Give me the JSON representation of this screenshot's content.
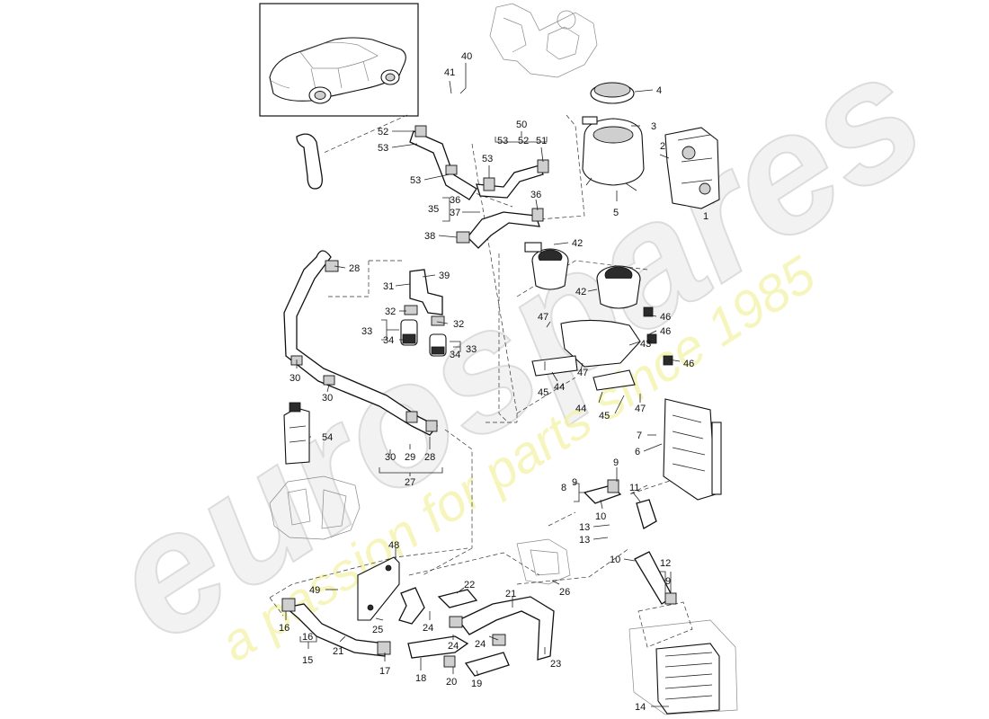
{
  "watermark": {
    "brand": "eurospares",
    "tagline": "a passion for parts since 1985"
  },
  "callouts": [
    {
      "id": "c-40",
      "text": "40"
    },
    {
      "id": "c-41",
      "text": "41"
    },
    {
      "id": "c-4",
      "text": "4"
    },
    {
      "id": "c-50",
      "text": "50"
    },
    {
      "id": "c-53a",
      "text": "53"
    },
    {
      "id": "c-52a",
      "text": "52"
    },
    {
      "id": "c-51",
      "text": "51"
    },
    {
      "id": "c-3",
      "text": "3"
    },
    {
      "id": "c-2",
      "text": "2"
    },
    {
      "id": "c-52b",
      "text": "52"
    },
    {
      "id": "c-53b",
      "text": "53"
    },
    {
      "id": "c-53c",
      "text": "53"
    },
    {
      "id": "c-53d",
      "text": "53"
    },
    {
      "id": "c-1",
      "text": "1"
    },
    {
      "id": "c-5",
      "text": "5"
    },
    {
      "id": "c-36a",
      "text": "36"
    },
    {
      "id": "c-36b",
      "text": "36"
    },
    {
      "id": "c-37",
      "text": "37"
    },
    {
      "id": "c-35",
      "text": "35"
    },
    {
      "id": "c-38",
      "text": "38"
    },
    {
      "id": "c-42a",
      "text": "42"
    },
    {
      "id": "c-28a",
      "text": "28"
    },
    {
      "id": "c-39",
      "text": "39"
    },
    {
      "id": "c-31",
      "text": "31"
    },
    {
      "id": "c-42b",
      "text": "42"
    },
    {
      "id": "c-32a",
      "text": "32"
    },
    {
      "id": "c-32b",
      "text": "32"
    },
    {
      "id": "c-47a",
      "text": "47"
    },
    {
      "id": "c-46a",
      "text": "46"
    },
    {
      "id": "c-33a",
      "text": "33"
    },
    {
      "id": "c-34a",
      "text": "34"
    },
    {
      "id": "c-46b",
      "text": "46"
    },
    {
      "id": "c-43",
      "text": "43"
    },
    {
      "id": "c-34b",
      "text": "34"
    },
    {
      "id": "c-33b",
      "text": "33"
    },
    {
      "id": "c-47b",
      "text": "47"
    },
    {
      "id": "c-46c",
      "text": "46"
    },
    {
      "id": "c-45a",
      "text": "45"
    },
    {
      "id": "c-44a",
      "text": "44"
    },
    {
      "id": "c-30a",
      "text": "30"
    },
    {
      "id": "c-30b",
      "text": "30"
    },
    {
      "id": "c-44b",
      "text": "44"
    },
    {
      "id": "c-47c",
      "text": "47"
    },
    {
      "id": "c-45b",
      "text": "45"
    },
    {
      "id": "c-54",
      "text": "54"
    },
    {
      "id": "c-7",
      "text": "7"
    },
    {
      "id": "c-6",
      "text": "6"
    },
    {
      "id": "c-30c",
      "text": "30"
    },
    {
      "id": "c-29",
      "text": "29"
    },
    {
      "id": "c-28b",
      "text": "28"
    },
    {
      "id": "c-27",
      "text": "27"
    },
    {
      "id": "c-9a",
      "text": "9"
    },
    {
      "id": "c-8",
      "text": "8"
    },
    {
      "id": "c-9b",
      "text": "9"
    },
    {
      "id": "c-11",
      "text": "11"
    },
    {
      "id": "c-10a",
      "text": "10"
    },
    {
      "id": "c-13a",
      "text": "13"
    },
    {
      "id": "c-13b",
      "text": "13"
    },
    {
      "id": "c-48",
      "text": "48"
    },
    {
      "id": "c-10b",
      "text": "10"
    },
    {
      "id": "c-12",
      "text": "12"
    },
    {
      "id": "c-9c",
      "text": "9"
    },
    {
      "id": "c-22",
      "text": "22"
    },
    {
      "id": "c-26",
      "text": "26"
    },
    {
      "id": "c-49",
      "text": "49"
    },
    {
      "id": "c-21a",
      "text": "21"
    },
    {
      "id": "c-25",
      "text": "25"
    },
    {
      "id": "c-24a",
      "text": "24"
    },
    {
      "id": "c-16a",
      "text": "16"
    },
    {
      "id": "c-24b",
      "text": "24"
    },
    {
      "id": "c-24c",
      "text": "24"
    },
    {
      "id": "c-16b",
      "text": "16"
    },
    {
      "id": "c-21b",
      "text": "21"
    },
    {
      "id": "c-15",
      "text": "15"
    },
    {
      "id": "c-17",
      "text": "17"
    },
    {
      "id": "c-23",
      "text": "23"
    },
    {
      "id": "c-18",
      "text": "18"
    },
    {
      "id": "c-20",
      "text": "20"
    },
    {
      "id": "c-19",
      "text": "19"
    },
    {
      "id": "c-14",
      "text": "14"
    }
  ]
}
